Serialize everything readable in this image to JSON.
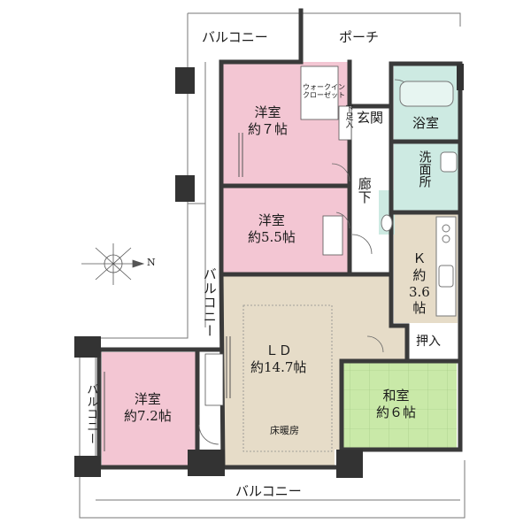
{
  "colors": {
    "western_room": "#f3c6d3",
    "japanese_room": "#c9e9a8",
    "living": "#e6dcc8",
    "wet_area": "#cdeae2",
    "wall": "#3a3a3a",
    "column": "#333333"
  },
  "compass": {
    "north_label": "N",
    "icon": "compass-rose-icon"
  },
  "rooms": {
    "western_7": {
      "name": "洋室",
      "size": "約７帖"
    },
    "western_55": {
      "name": "洋室",
      "size": "約5.5帖"
    },
    "western_72": {
      "name": "洋室",
      "size": "約7.2帖"
    },
    "ld": {
      "name": "ＬＤ",
      "size": "約14.7帖",
      "note": "床暖房"
    },
    "washitsu": {
      "name": "和室",
      "size": "約６帖"
    },
    "kitchen": {
      "name": "Ｋ",
      "size1": "約",
      "size2": "3.6",
      "size3": "帖"
    },
    "bath": {
      "name": "浴室"
    },
    "washroom": {
      "name": "洗面所"
    },
    "entrance": {
      "name": "玄関"
    },
    "corridor": {
      "name": "廊下"
    },
    "shoe_box": {
      "name": "下足入"
    },
    "walk_in_closet": {
      "line1": "ウォークイン",
      "line2": "クローゼット"
    },
    "oshiire": {
      "name": "押入"
    }
  },
  "exterior": {
    "balcony_top": "バルコニー",
    "porch": "ポーチ",
    "balcony_middle": "バルコニー",
    "balcony_left": "バルコニー",
    "balcony_bottom": "バルコニー"
  }
}
